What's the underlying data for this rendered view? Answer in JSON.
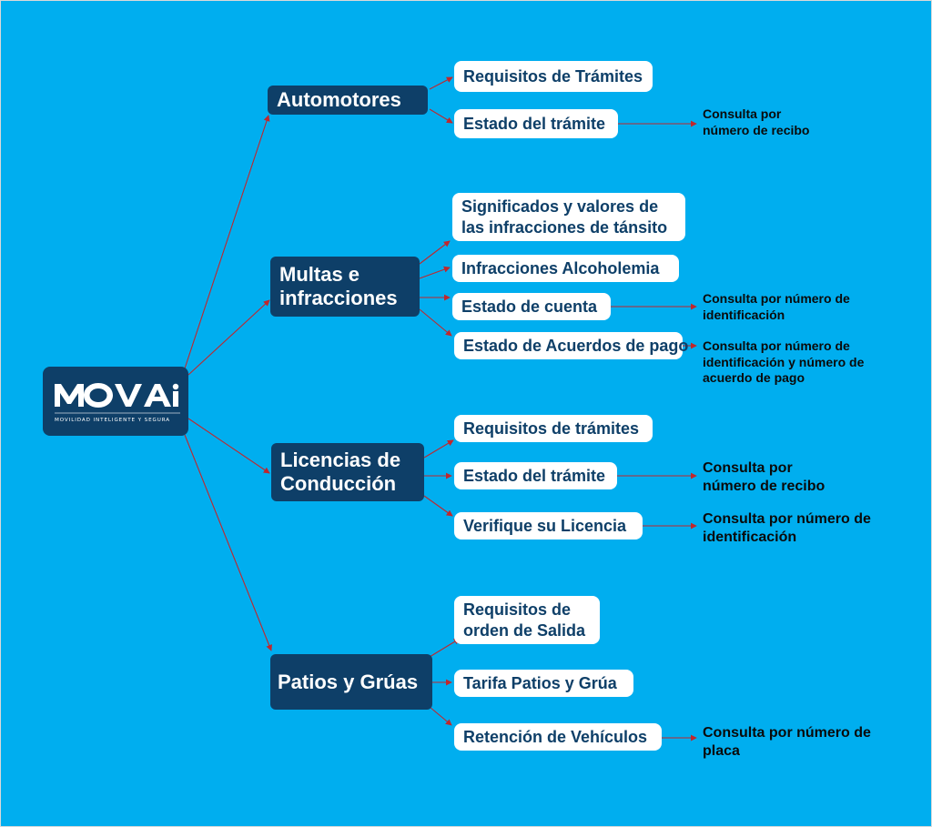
{
  "logo": {
    "wordmark": "MOVAi",
    "tagline": "MOVILIDAD INTELIGENTE Y SEGURA"
  },
  "colors": {
    "background": "#00aeef",
    "dark_node": "#0e3f68",
    "light_node": "#ffffff",
    "connector": "#c0272d"
  },
  "branches": [
    {
      "label": "Automotores",
      "children": [
        {
          "label": "Requisitos de Trámites"
        },
        {
          "label": "Estado del trámite",
          "note": "Consulta por\nnúmero de recibo"
        }
      ]
    },
    {
      "label": "Multas e\ninfracciones",
      "children": [
        {
          "label": "Significados y valores de\nlas infracciones de tánsito"
        },
        {
          "label": "Infracciones Alcoholemia"
        },
        {
          "label": "Estado de cuenta",
          "note": "Consulta por número de\nidentificación"
        },
        {
          "label": "Estado de Acuerdos de pago",
          "note": "Consulta por número de\nidentificación y número de\nacuerdo de pago"
        }
      ]
    },
    {
      "label": "Licencias de\nConducción",
      "children": [
        {
          "label": "Requisitos de trámites"
        },
        {
          "label": "Estado del trámite",
          "note": "Consulta por\nnúmero de recibo"
        },
        {
          "label": "Verifique su Licencia",
          "note": "Consulta por número de\nidentificación"
        }
      ]
    },
    {
      "label": "Patios y Grúas",
      "children": [
        {
          "label": "Requisitos de\norden de Salida"
        },
        {
          "label": "Tarifa Patios y Grúa"
        },
        {
          "label": "Retención de Vehículos",
          "note": "Consulta por número de\nplaca"
        }
      ]
    }
  ]
}
